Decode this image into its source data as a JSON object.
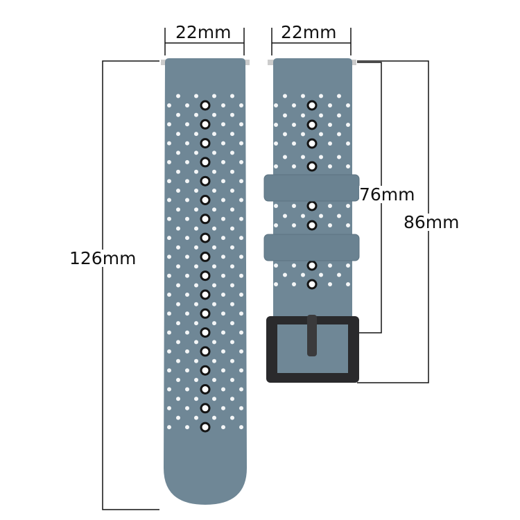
{
  "dimensions": {
    "width_left": "22mm",
    "width_right": "22mm",
    "total_length": "126mm",
    "short_length": "76mm",
    "buckle_length": "86mm"
  },
  "colors": {
    "band": "#6f8796",
    "band_edge": "#5c7381",
    "buckle": "#2a2a2c",
    "hole_ring": "#141414",
    "dimension_line": "#111111"
  }
}
